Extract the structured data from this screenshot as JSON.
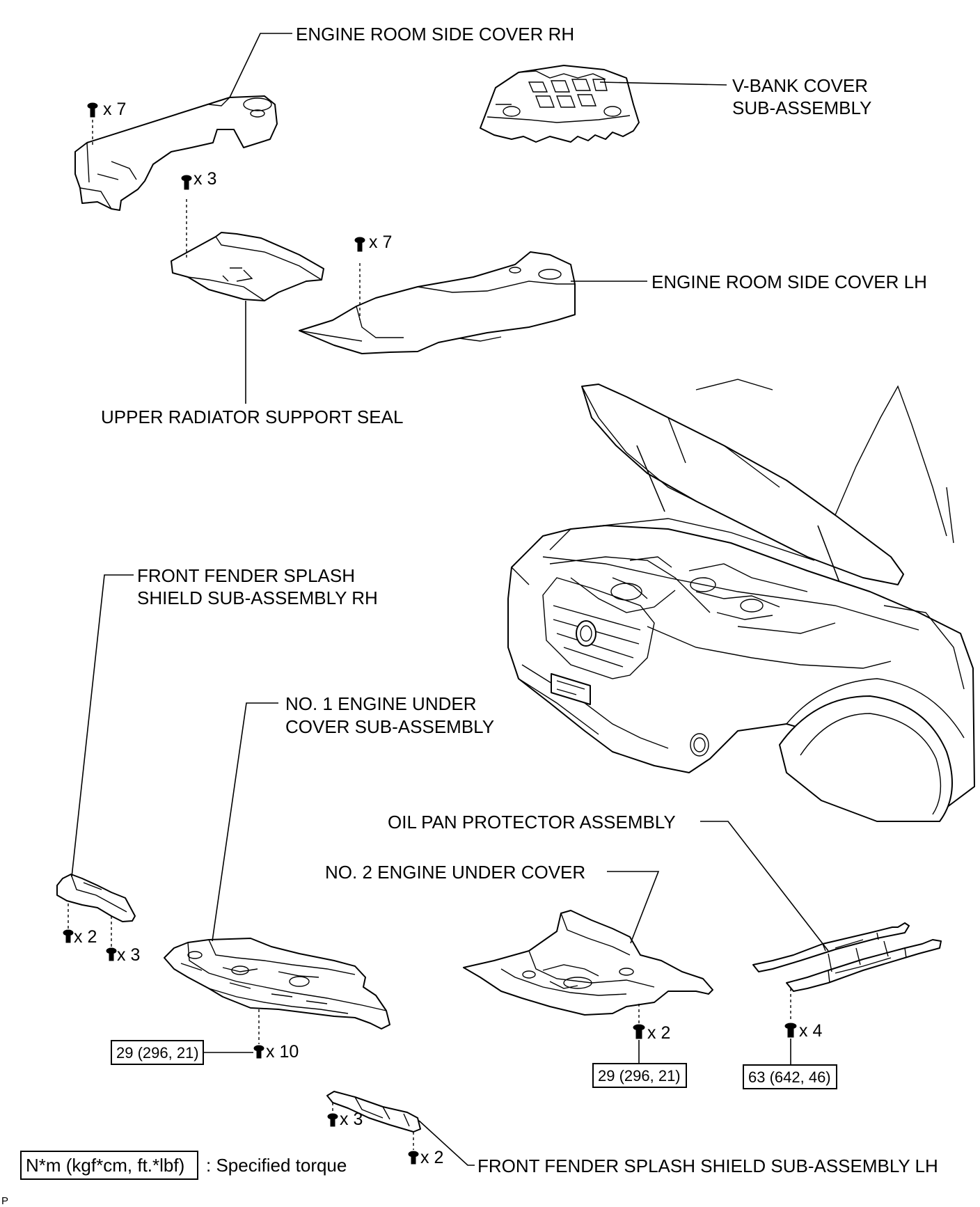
{
  "labels": {
    "engine_room_side_cover_rh": "ENGINE ROOM SIDE COVER RH",
    "v_bank_cover_l1": "V-BANK COVER",
    "v_bank_cover_l2": "SUB-ASSEMBLY",
    "engine_room_side_cover_lh": "ENGINE ROOM SIDE COVER LH",
    "upper_radiator_support_seal": "UPPER RADIATOR SUPPORT SEAL",
    "front_fender_rh_l1": "FRONT FENDER SPLASH",
    "front_fender_rh_l2": "SHIELD SUB-ASSEMBLY RH",
    "no1_under_cover_l1": "NO. 1 ENGINE UNDER",
    "no1_under_cover_l2": "COVER SUB-ASSEMBLY",
    "oil_pan_protector": "OIL PAN PROTECTOR ASSEMBLY",
    "no2_under_cover": "NO. 2 ENGINE UNDER COVER",
    "front_fender_lh": "FRONT FENDER SPLASH SHIELD SUB-ASSEMBLY LH"
  },
  "quantities": {
    "rh_cover": "x 7",
    "seal": "x 3",
    "lh_cover": "x 7",
    "fender_rh_a": "x 2",
    "fender_rh_b": "x 3",
    "no1_cover": "x 10",
    "no2_cover": "x 2",
    "oil_pan": "x 4",
    "fender_lh_a": "x 3",
    "fender_lh_b": "x 2"
  },
  "torques": {
    "no1_cover": "29 (296, 21)",
    "no2_cover": "29 (296, 21)",
    "oil_pan": "63 (642, 46)"
  },
  "legend": {
    "unit": "N*m (kgf*cm, ft.*lbf)",
    "text": ": Specified torque"
  },
  "corner_mark": "P"
}
